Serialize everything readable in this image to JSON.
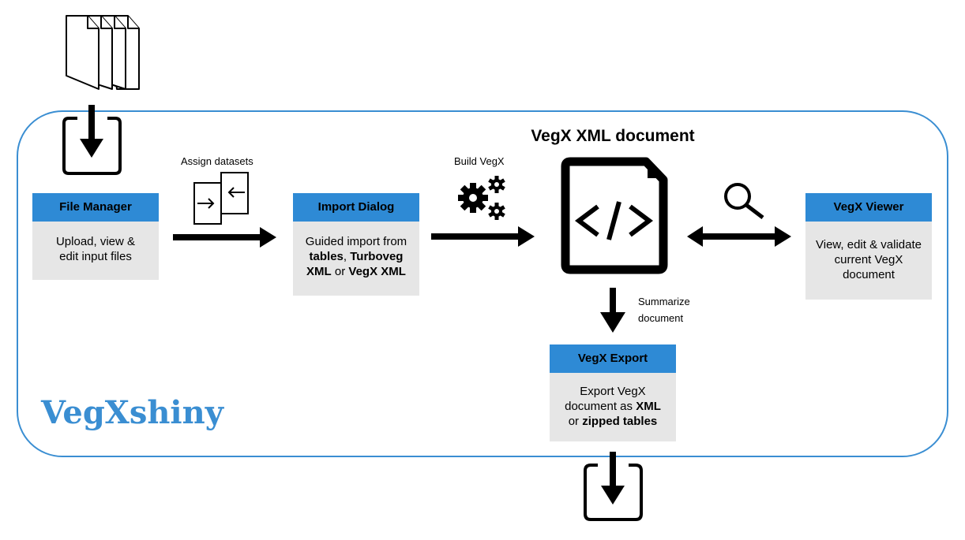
{
  "brand": "VegXshiny",
  "document_title": "VegX XML document",
  "file_manager": {
    "title": "File Manager",
    "line1": "Upload, view &",
    "line2": "edit input files"
  },
  "import_dialog": {
    "title": "Import Dialog",
    "line1": "Guided import from",
    "line2_b1": "tables",
    "line2_t1": ", ",
    "line2_b2": "Turboveg",
    "line3_b1": "XML",
    "line3_t1": " or ",
    "line3_b2": "VegX XML"
  },
  "vegx_viewer": {
    "title": "VegX Viewer",
    "line1": "View, edit & validate",
    "line2": "current VegX",
    "line3": "document"
  },
  "vegx_export": {
    "title": "VegX Export",
    "line1": "Export VegX",
    "line2_t": "document as ",
    "line2_b": "XML",
    "line3_t": "or ",
    "line3_b": "zipped tables"
  },
  "labels": {
    "assign_datasets": "Assign datasets",
    "build_vegx": "Build VegX",
    "summarize_1": "Summarize",
    "summarize_2": "document"
  },
  "icons": [
    "files-stack-icon",
    "import-icon",
    "assign-datasets-icon",
    "gears-icon",
    "code-document-icon",
    "magnifier-icon",
    "export-icon"
  ],
  "colors": {
    "accent": "#2e8ad5",
    "frame": "#3a8ed2",
    "box_body": "#e6e6e6"
  }
}
